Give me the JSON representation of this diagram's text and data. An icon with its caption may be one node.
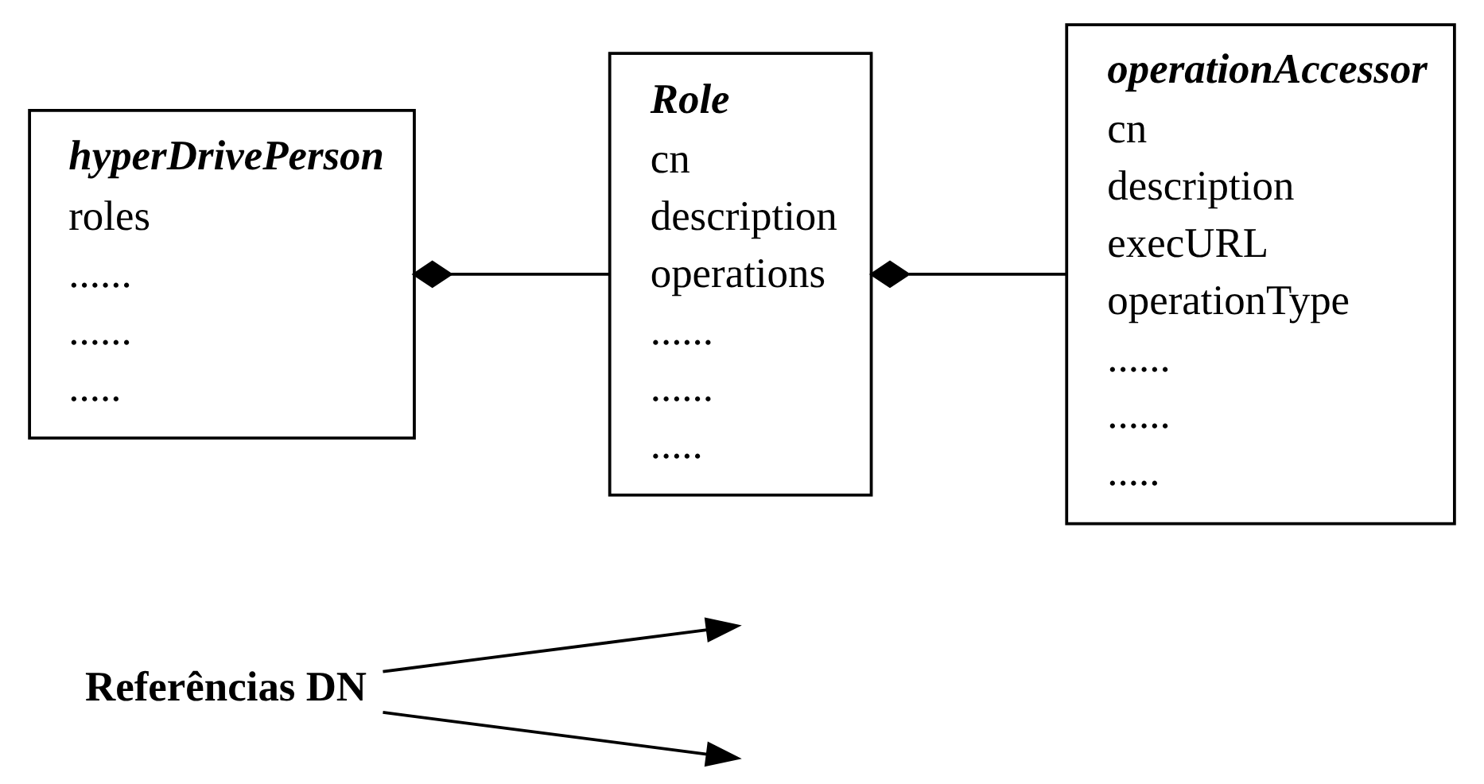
{
  "diagram": {
    "nodes": [
      {
        "text": [
          "Referências DN"
        ]
      },
      {
        "text": [
          "hyperDrivePerson",
          "roles",
          "......",
          "......",
          "....."
        ]
      },
      {
        "text": [
          "Role",
          "cn",
          "description",
          "operations",
          "......",
          "......",
          "....."
        ]
      },
      {
        "text": [
          "operationAccessor",
          "cn",
          "description",
          "execURL",
          "operationType",
          "......",
          "......",
          "....."
        ]
      }
    ],
    "edges": [
      {
        "from": 0,
        "to": null,
        "arrow": "to"
      },
      {
        "from": 0,
        "to": null,
        "arrow": "to"
      },
      {
        "from": 1,
        "to": 2,
        "arrow": "other"
      },
      {
        "from": 2,
        "to": 3,
        "arrow": "other"
      }
    ]
  }
}
